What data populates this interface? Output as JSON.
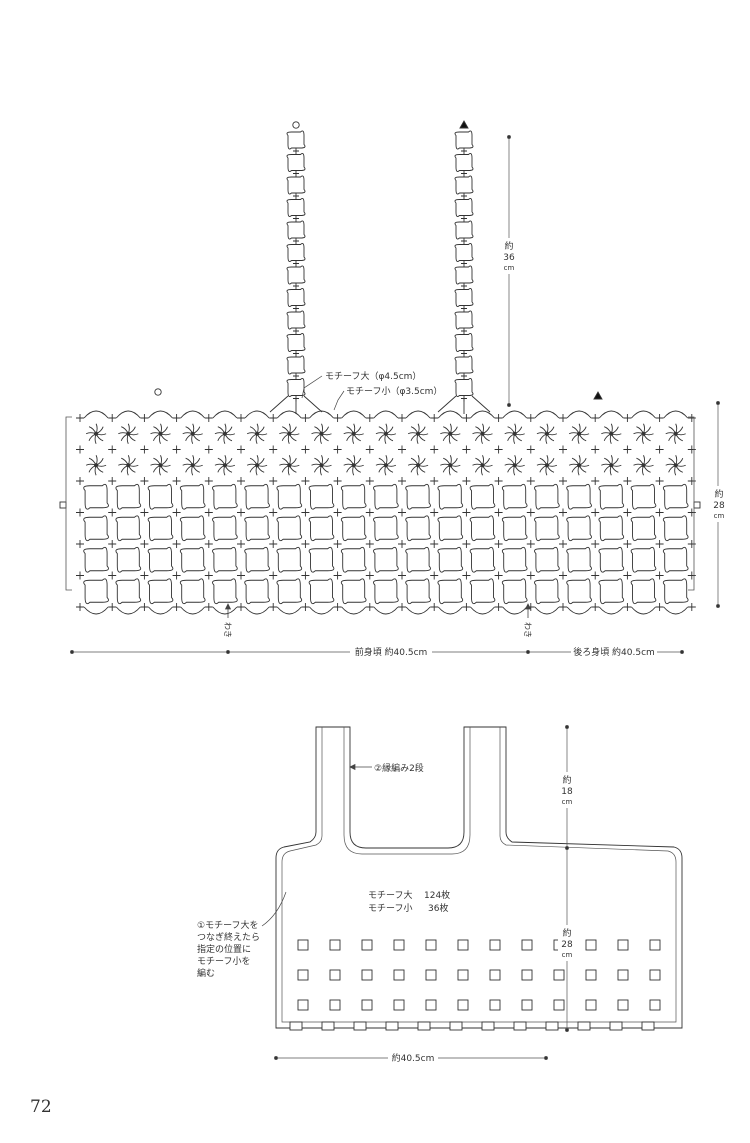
{
  "diagram_top": {
    "motif_large_label": "モチーフ大（φ4.5cm）",
    "motif_small_label": "モチーフ小（φ3.5cm）",
    "strap_length": {
      "prefix": "約",
      "value": "36",
      "unit": "cm"
    },
    "body_height": {
      "prefix": "約",
      "value": "28",
      "unit": "cm"
    },
    "side_mark": "わき",
    "front_width": "前身頃 約40.5cm",
    "back_width": "後ろ身頃 約40.5cm"
  },
  "diagram_bottom": {
    "edging_label": "②縁編み2段",
    "strap_height": {
      "prefix": "約",
      "value": "18",
      "unit": "cm"
    },
    "body_height": {
      "prefix": "約",
      "value": "28",
      "unit": "cm"
    },
    "width": "約40.5cm",
    "counts": [
      {
        "label": "モチーフ大",
        "count": "124枚"
      },
      {
        "label": "モチーフ小",
        "count": "36枚"
      }
    ],
    "instruction_lines": [
      "①モチーフ大を",
      "つなぎ終えたら",
      "指定の位置に",
      "モチーフ小を",
      "編む"
    ]
  },
  "page_number": "72"
}
